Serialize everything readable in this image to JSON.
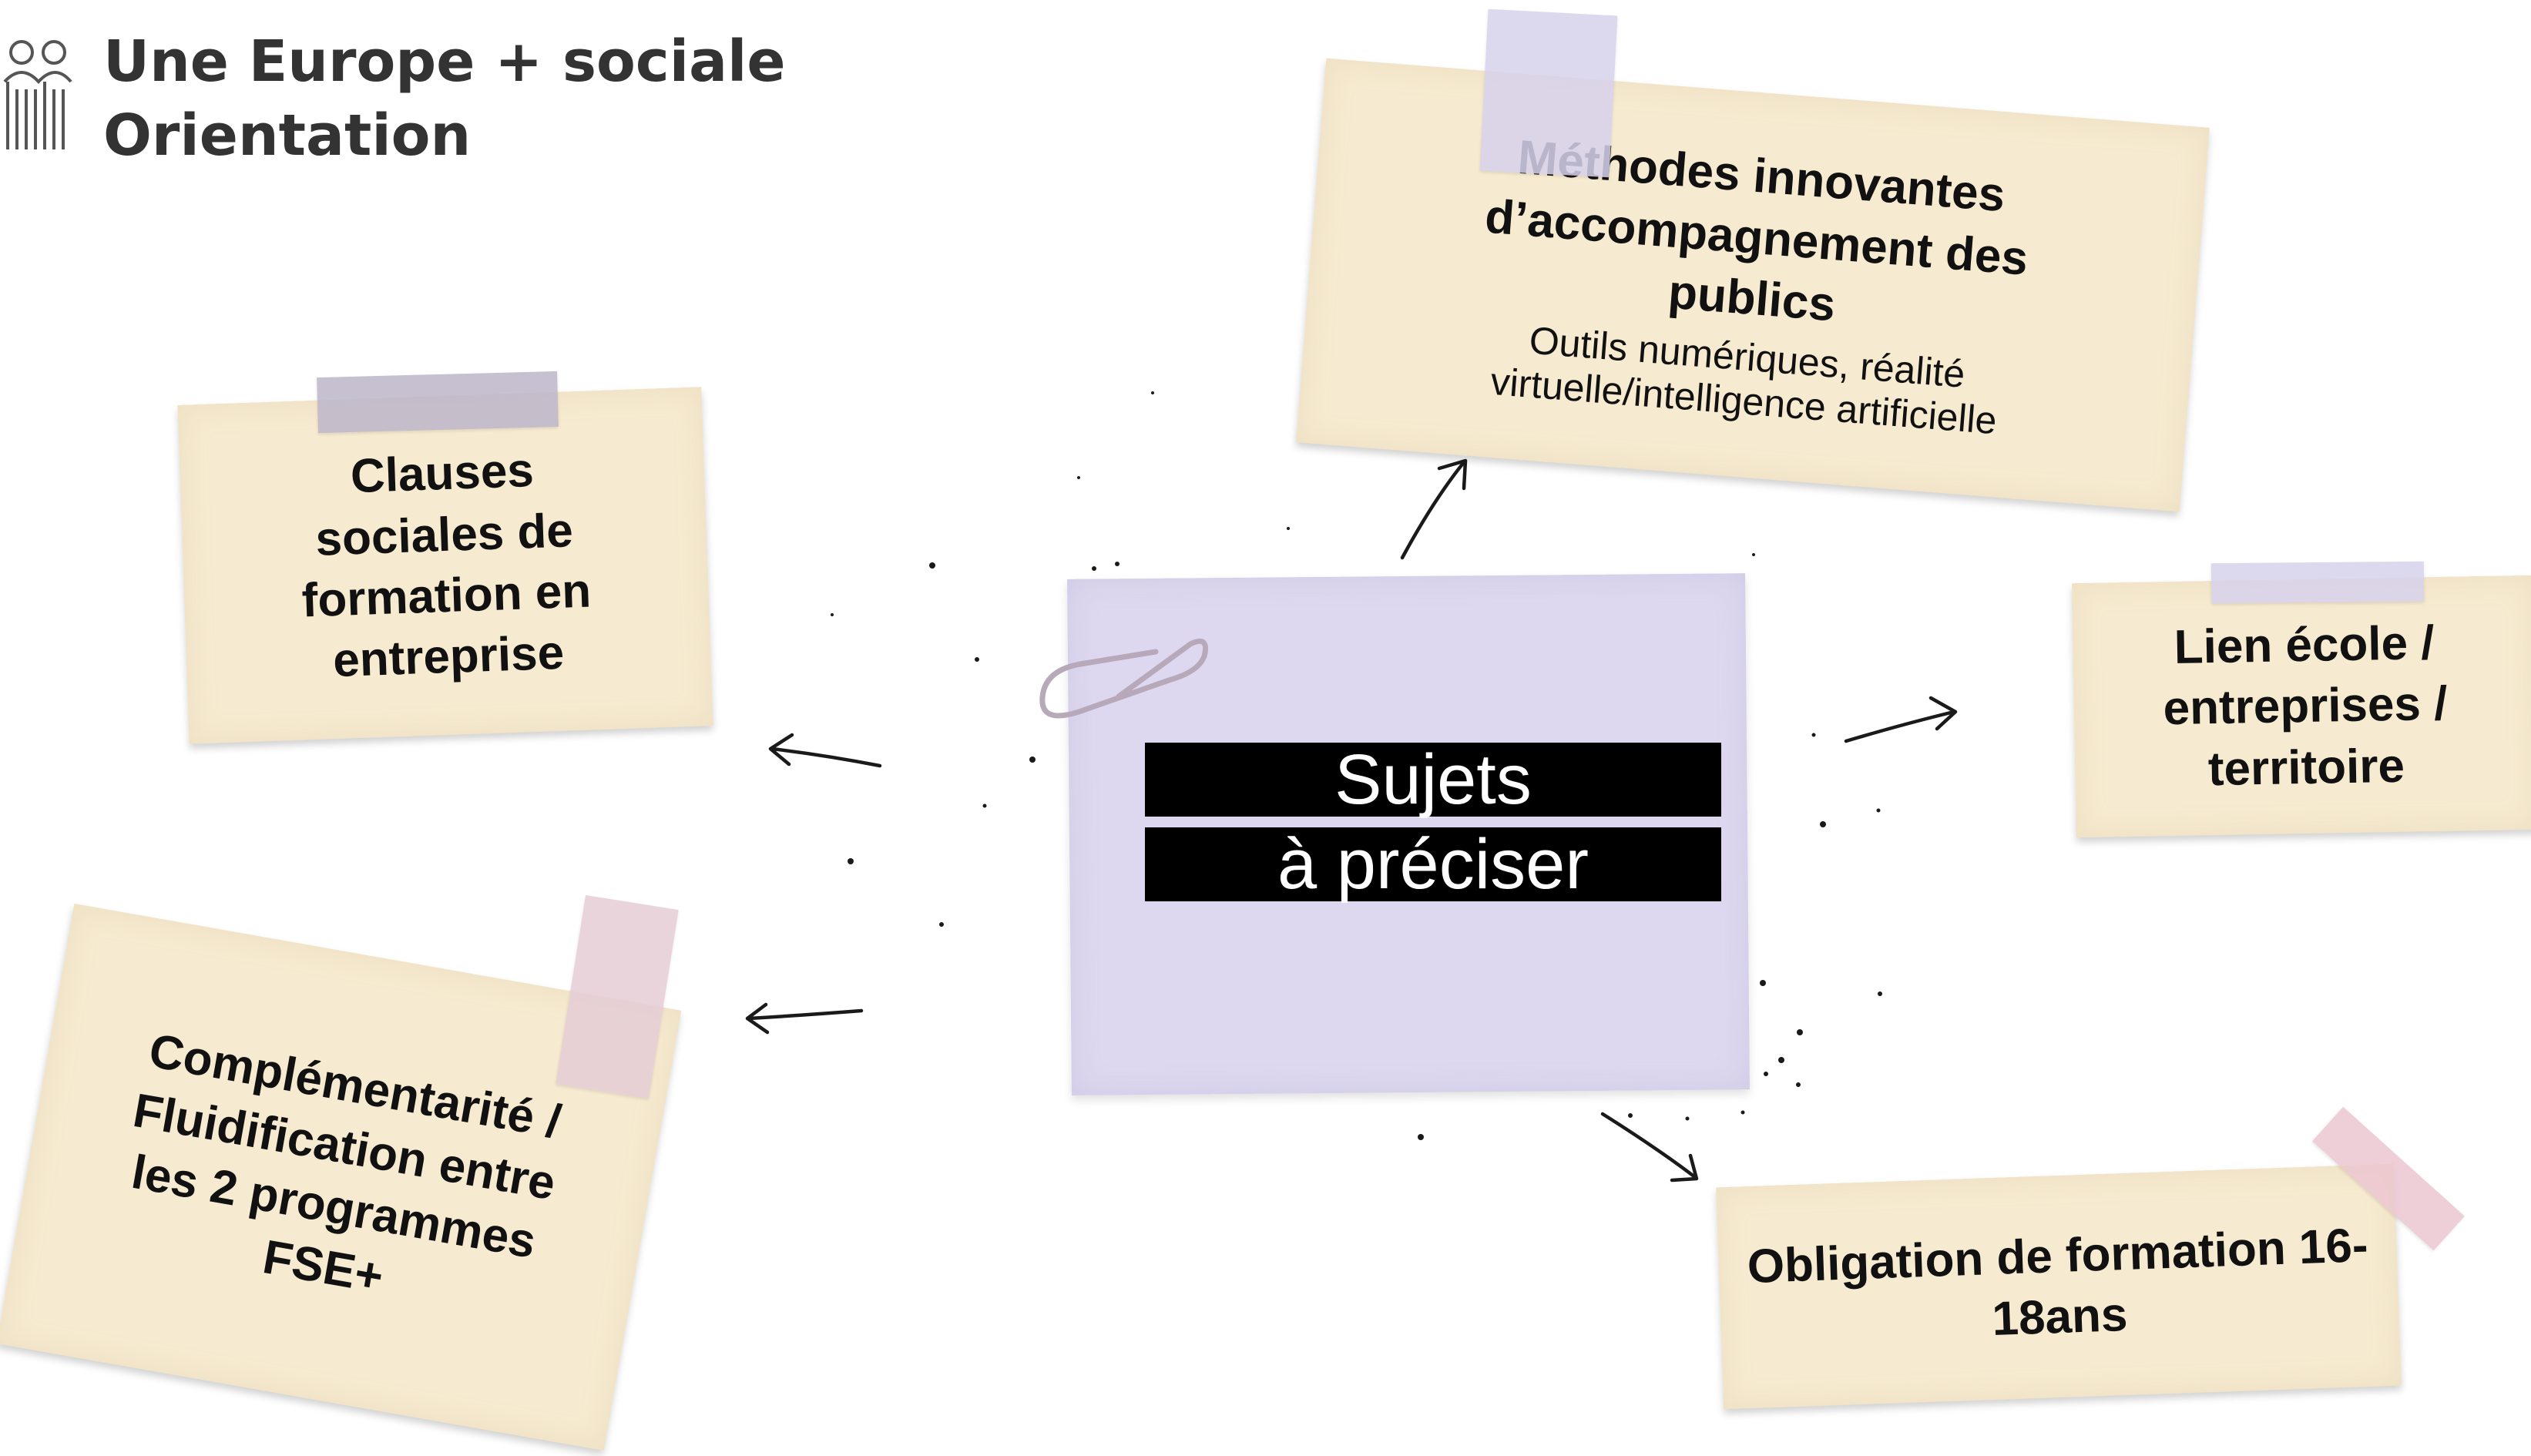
{
  "header": {
    "line1": "Une Europe + sociale",
    "line2": "Orientation",
    "icon": "people-group-icon"
  },
  "center": {
    "line1": "Sujets",
    "line2": "à préciser"
  },
  "notes": {
    "methodes": {
      "title": "Méthodes innovantes d’accompagnement des publics",
      "subtitle": "Outils numériques, réalité virtuelle/intelligence artificielle"
    },
    "clauses": {
      "title": "Clauses sociales de formation en entreprise"
    },
    "lien": {
      "title": "Lien école / entreprises / territoire"
    },
    "complementarite": {
      "title": "Complémentarité / Fluidification entre les 2 programmes FSE+"
    },
    "obligation": {
      "title": "Obligation de formation 16-18ans"
    }
  },
  "colors": {
    "note": "#f6ead0",
    "center_card": "#ddd8ef",
    "label_bg": "#000000",
    "label_text": "#ffffff",
    "header_text": "#333333"
  }
}
